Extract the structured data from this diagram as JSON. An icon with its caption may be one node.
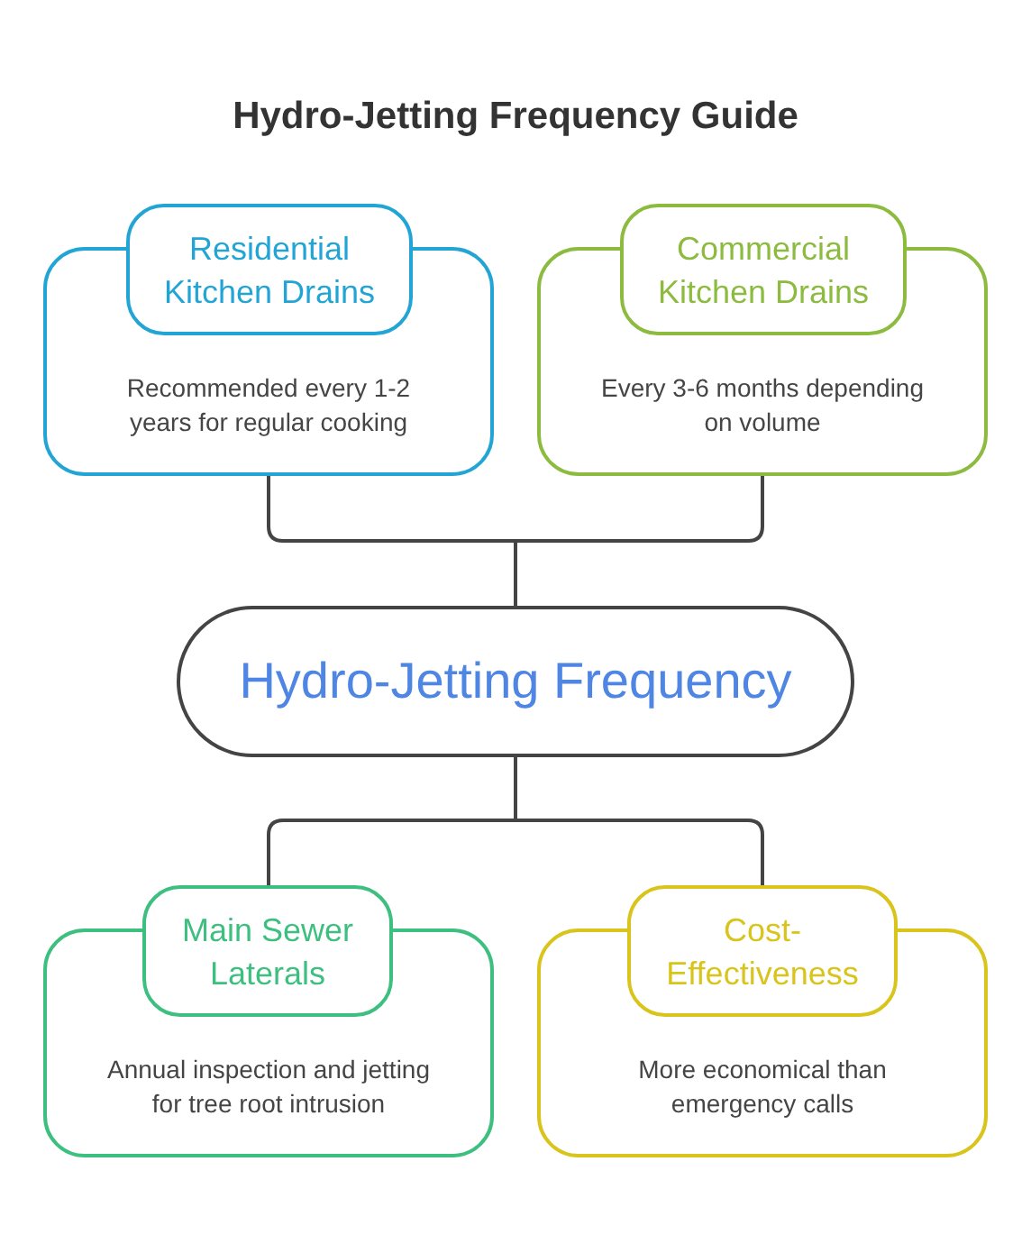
{
  "diagram": {
    "title": "Hydro-Jetting Frequency Guide",
    "nodes": [
      {
        "text": [
          "Residential Kitchen Drains",
          "Recommended every 1-2 years for regular cooking"
        ]
      },
      {
        "text": [
          "Commercial Kitchen Drains",
          "Every 3-6 months depending on volume"
        ]
      },
      {
        "text": [
          "Hydro-Jetting Frequency"
        ]
      },
      {
        "text": [
          "Main Sewer Laterals",
          "Annual inspection and jetting for tree root intrusion"
        ]
      },
      {
        "text": [
          "Cost-Effectiveness",
          "More economical than emergency calls"
        ]
      }
    ],
    "edges": [
      {
        "from": 0,
        "to": 2,
        "arrow": "none"
      },
      {
        "from": 1,
        "to": 2,
        "arrow": "none"
      },
      {
        "from": 2,
        "to": 3,
        "arrow": "none"
      },
      {
        "from": 2,
        "to": 4,
        "arrow": "none"
      }
    ]
  }
}
